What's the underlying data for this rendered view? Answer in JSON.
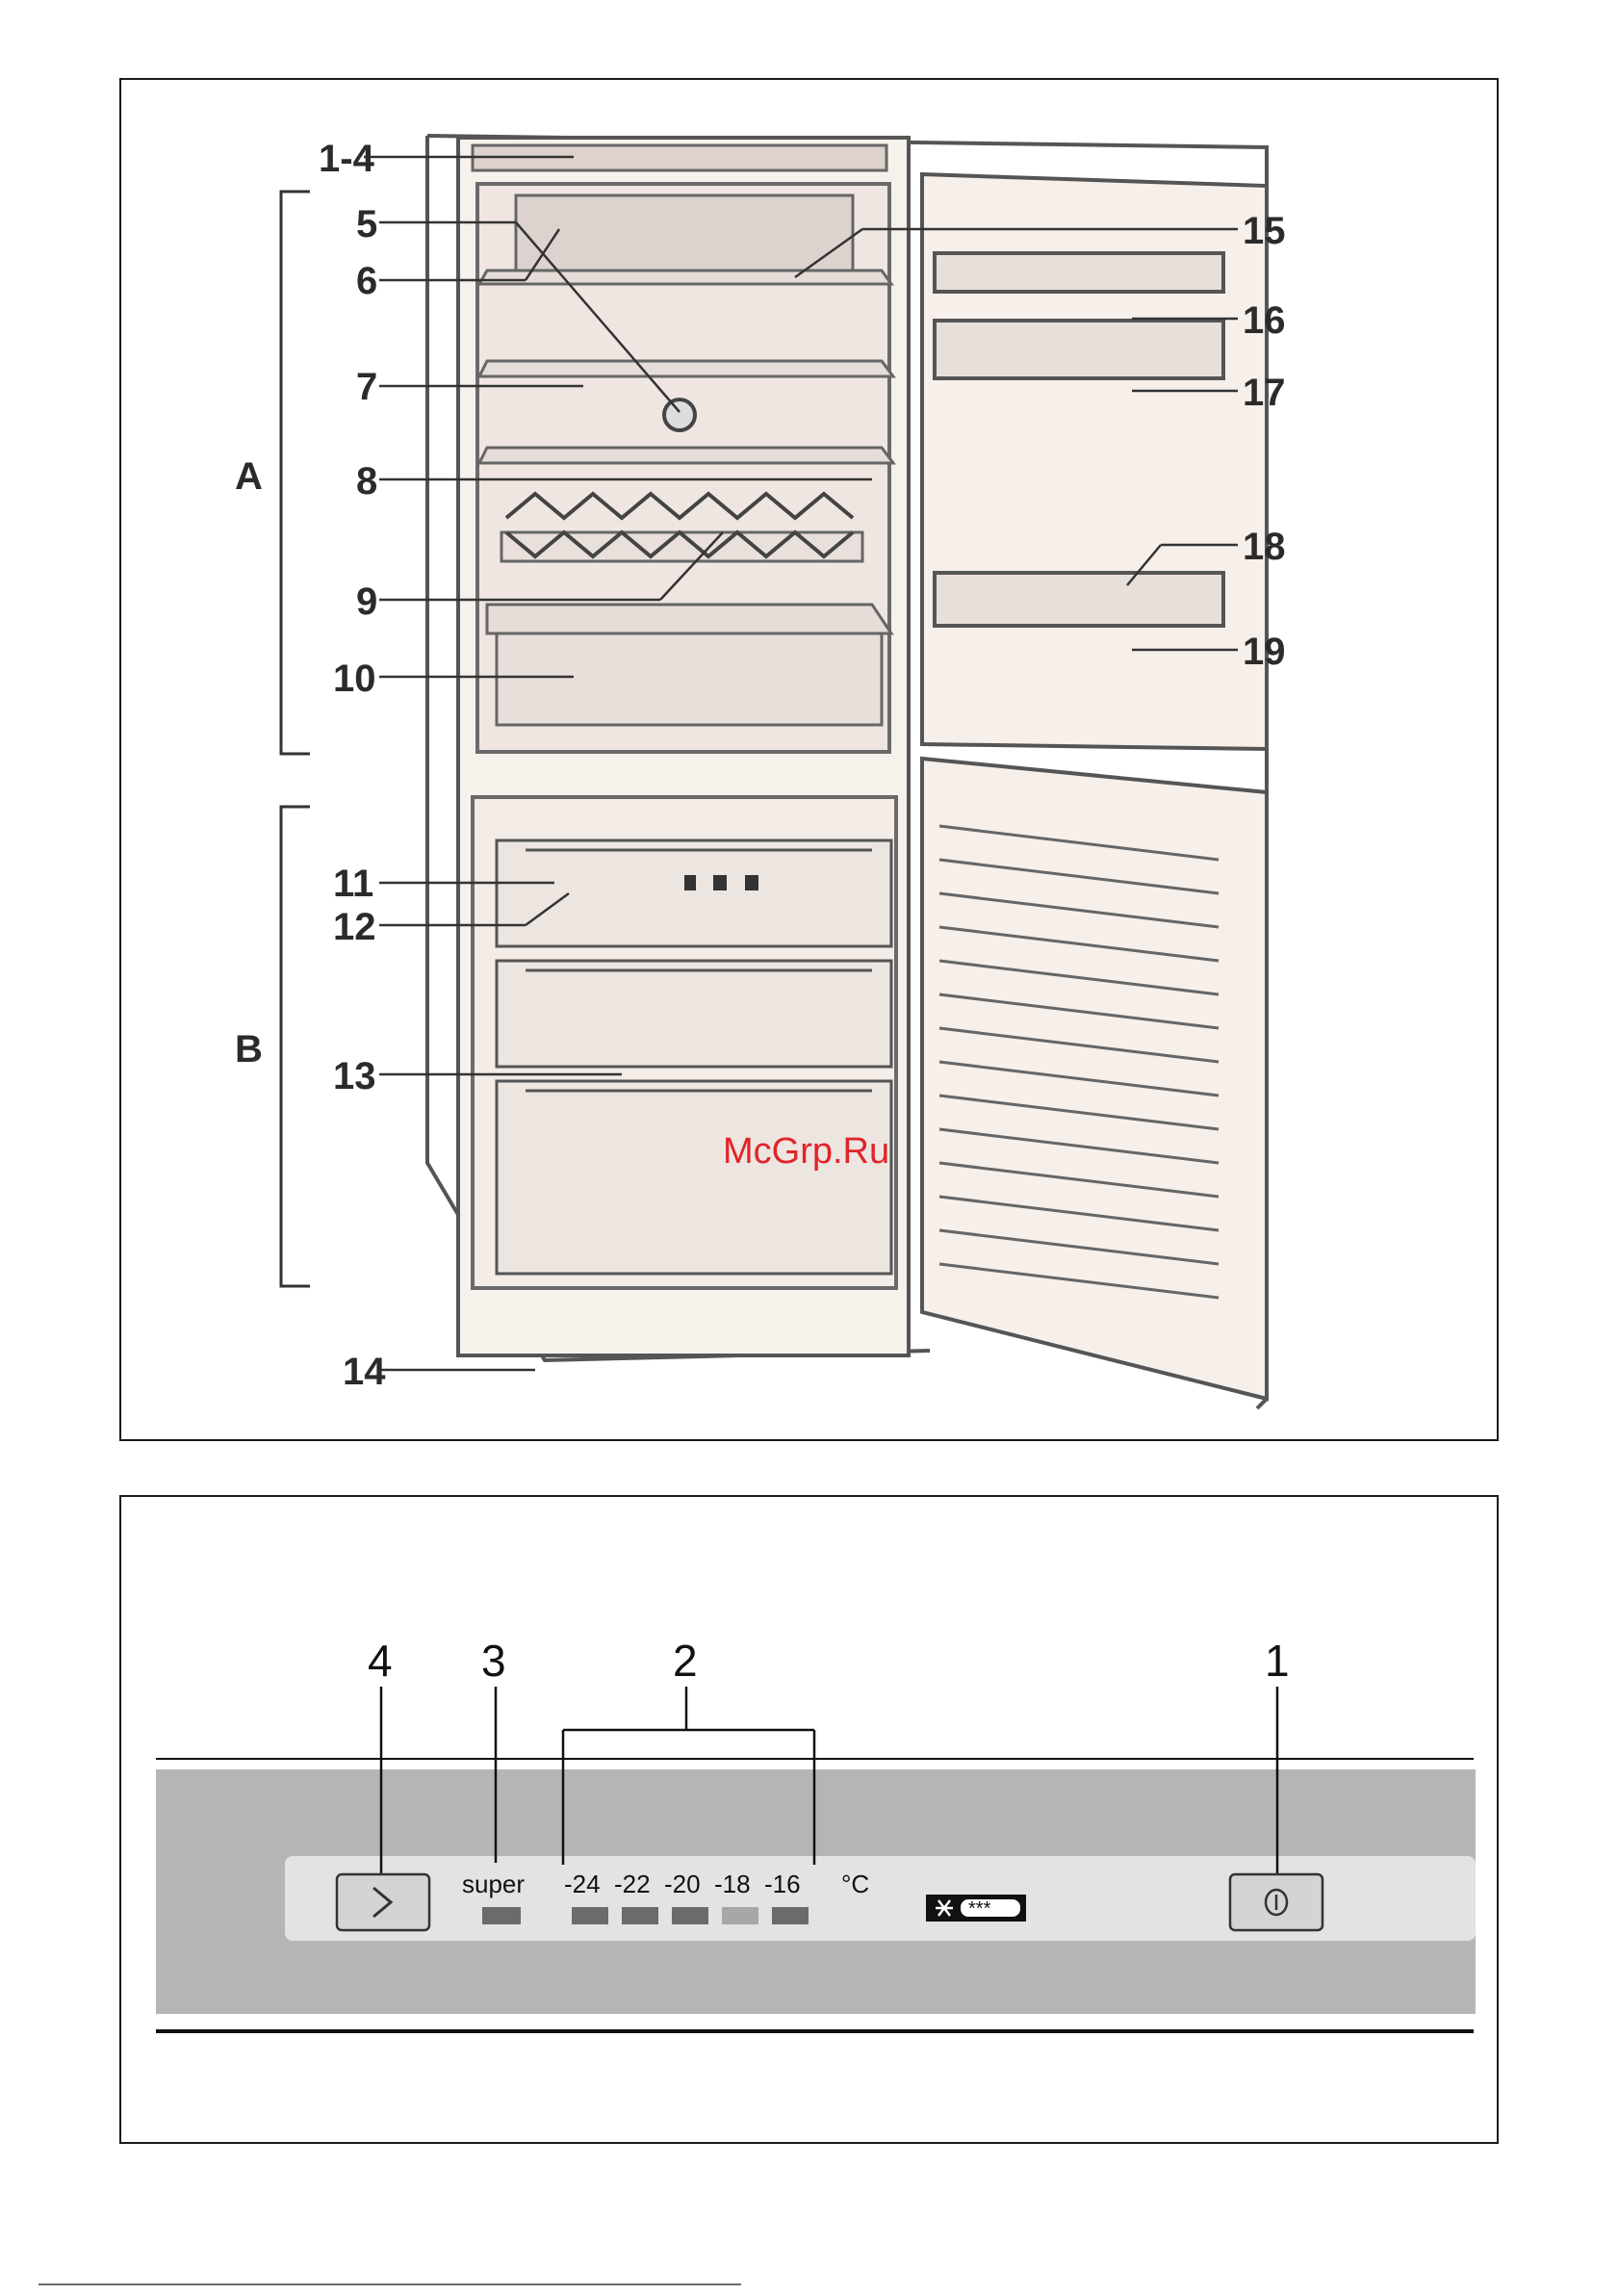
{
  "figure1": {
    "callouts": {
      "c1_4": "1-4",
      "c5": "5",
      "c6": "6",
      "c7": "7",
      "c8": "8",
      "c9": "9",
      "c10": "10",
      "c11": "11",
      "c12": "12",
      "c13": "13",
      "c14": "14",
      "c15": "15",
      "c16": "16",
      "c17": "17",
      "c18": "18",
      "c19": "19"
    },
    "sections": {
      "a": "A",
      "b": "B"
    },
    "watermark": "McGrp.Ru"
  },
  "figure2": {
    "callouts": {
      "n4": "4",
      "n3": "3",
      "n2": "2",
      "n1": "1"
    },
    "panel": {
      "super_label": "super",
      "temps": [
        "-24",
        "-22",
        "-20",
        "-18",
        "-16"
      ],
      "unit": "°C",
      "star_rating": "***"
    }
  },
  "colors": {
    "panel_gray": "#b5b5b5",
    "strip_gray": "#e3e3e3",
    "indicator_dark": "#6b6b6b",
    "indicator_active": "#a7a7a7",
    "watermark_red": "#e0242a"
  },
  "icons": {
    "next": "chevron-right-icon",
    "power": "power-icon",
    "freezer": "snowflake-icon"
  }
}
